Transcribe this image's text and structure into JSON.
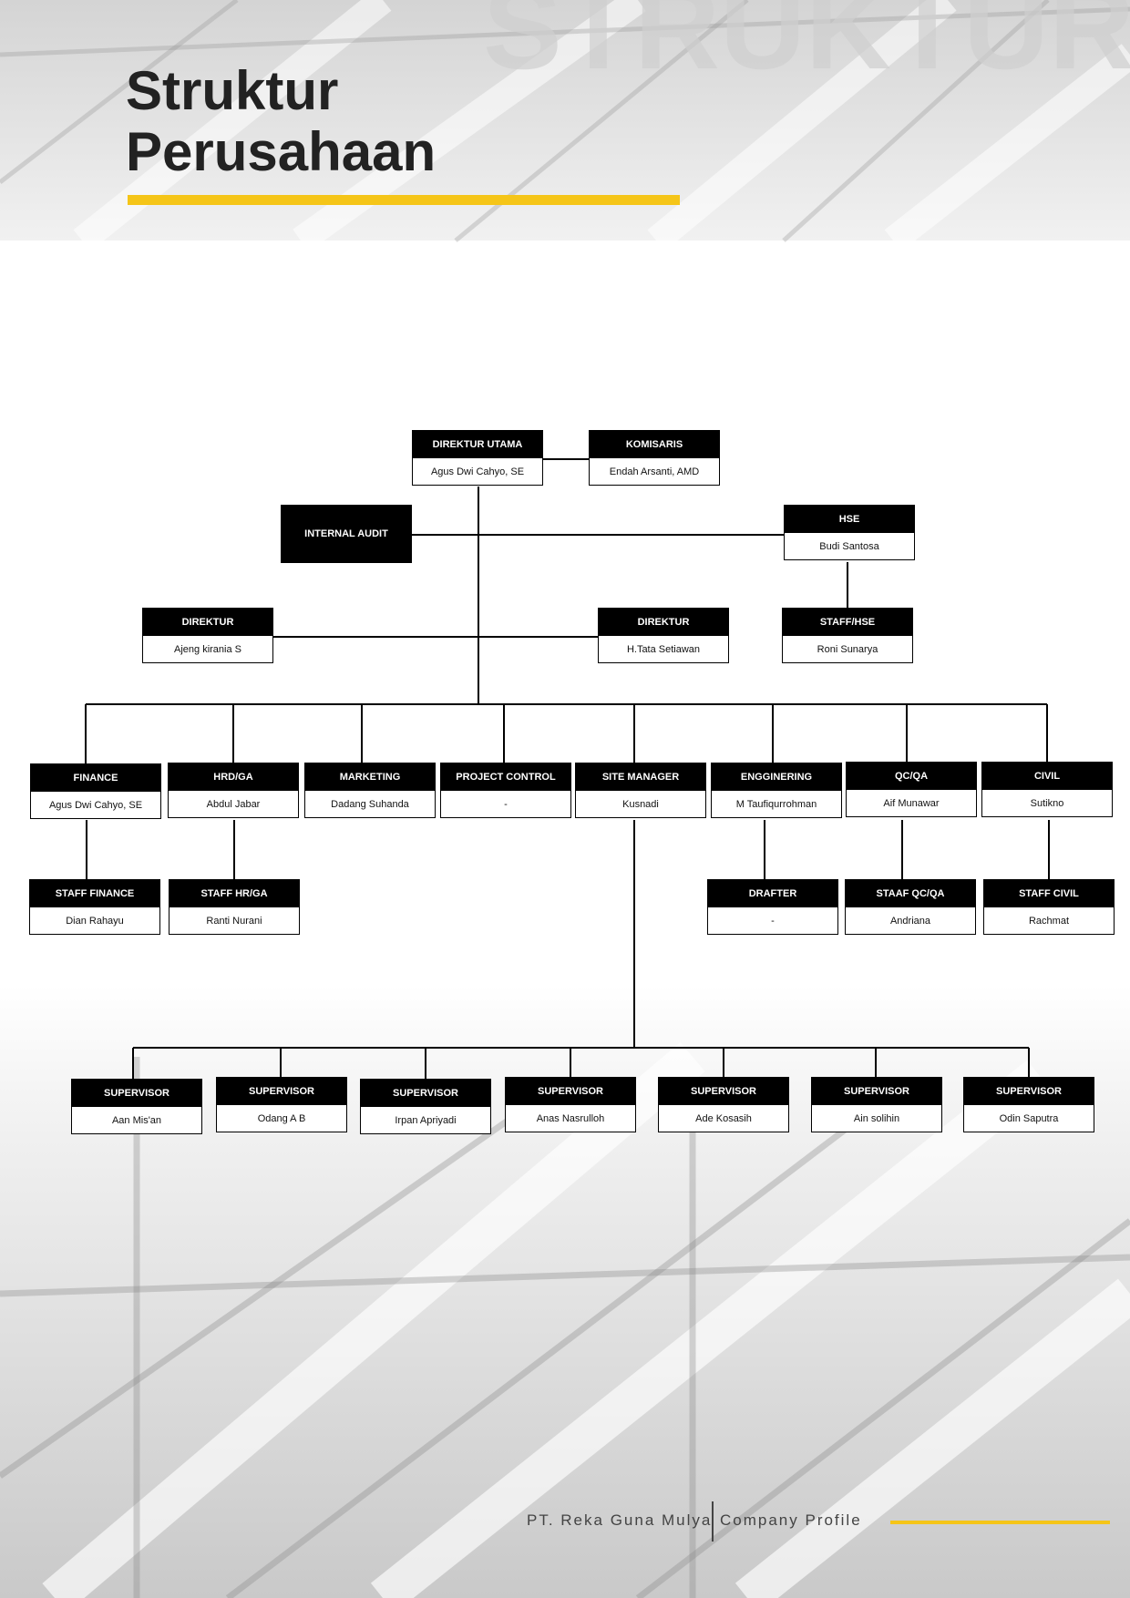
{
  "page": {
    "title_line1": "Struktur",
    "title_line2": "Perusahaan",
    "accent_color": "#f5c518",
    "watermark_text": "STRUKTUR"
  },
  "org": {
    "direktur_utama": {
      "role": "DIREKTUR UTAMA",
      "name": "Agus Dwi Cahyo, SE"
    },
    "komisaris": {
      "role": "KOMISARIS",
      "name": "Endah Arsanti, AMD"
    },
    "internal_audit": {
      "role": "INTERNAL AUDIT"
    },
    "hse": {
      "role": "HSE",
      "name": "Budi Santosa"
    },
    "direktur_1": {
      "role": "DIREKTUR",
      "name": "Ajeng kirania S"
    },
    "direktur_2": {
      "role": "DIREKTUR",
      "name": "H.Tata Setiawan"
    },
    "staff_hse": {
      "role": "STAFF/HSE",
      "name": "Roni Sunarya"
    },
    "finance": {
      "role": "FINANCE",
      "name": "Agus Dwi Cahyo, SE"
    },
    "hrd_ga": {
      "role": "HRD/GA",
      "name": "Abdul Jabar"
    },
    "marketing": {
      "role": "MARKETING",
      "name": "Dadang Suhanda"
    },
    "project_control": {
      "role": "PROJECT CONTROL",
      "name": "-"
    },
    "site_manager": {
      "role": "SITE MANAGER",
      "name": "Kusnadi"
    },
    "enggineering": {
      "role": "ENGGINERING",
      "name": "M Taufiqurrohman"
    },
    "qc_qa": {
      "role": "QC/QA",
      "name": "Aif Munawar"
    },
    "civil": {
      "role": "CIVIL",
      "name": "Sutikno"
    },
    "staff_finance": {
      "role": "STAFF FINANCE",
      "name": "Dian Rahayu"
    },
    "staff_hr_ga": {
      "role": "STAFF HR/GA",
      "name": "Ranti Nurani"
    },
    "drafter": {
      "role": "DRAFTER",
      "name": "-"
    },
    "staaf_qc_qa": {
      "role": "STAAF QC/QA",
      "name": "Andriana"
    },
    "staff_civil": {
      "role": "STAFF CIVIL",
      "name": "Rachmat"
    },
    "supervisors": [
      {
        "role": "SUPERVISOR",
        "name": "Aan Mis'an"
      },
      {
        "role": "SUPERVISOR",
        "name": "Odang A B"
      },
      {
        "role": "SUPERVISOR",
        "name": "Irpan Apriyadi"
      },
      {
        "role": "SUPERVISOR",
        "name": "Anas Nasrulloh"
      },
      {
        "role": "SUPERVISOR",
        "name": "Ade Kosasih"
      },
      {
        "role": "SUPERVISOR",
        "name": "Ain solihin"
      },
      {
        "role": "SUPERVISOR",
        "name": "Odin Saputra"
      }
    ]
  },
  "footer": {
    "company": "PT. Reka Guna Mulya",
    "doc": "Company Profile"
  }
}
